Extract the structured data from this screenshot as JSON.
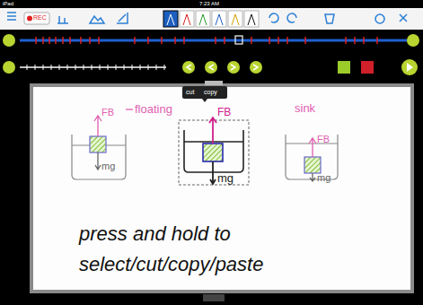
{
  "diagram": {
    "labels": [
      "iPad",
      "7:23 AM",
      "REC",
      "cut",
      "copy",
      "FB",
      "floating",
      "mg",
      "FB",
      "mg",
      "sink",
      "FB",
      "mg",
      "press and hold to",
      "select/cut/copy/paste"
    ]
  }
}
